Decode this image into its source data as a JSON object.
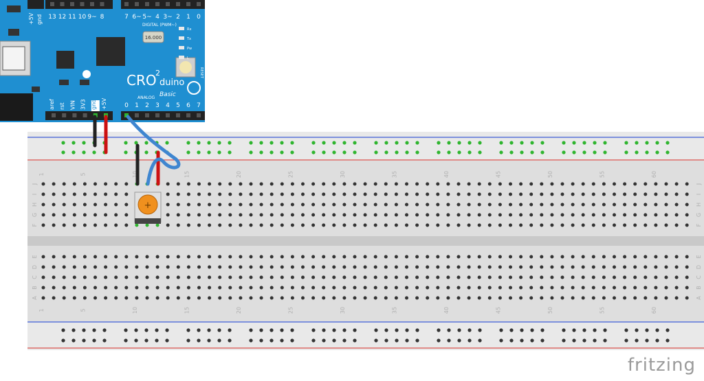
{
  "board": {
    "brand_prefix": "CRO",
    "brand_super": "2",
    "brand_suffix": "duino",
    "signature": "Basic",
    "digital_label": "DIGITAL (PWM~)",
    "analog_label": "ANALOG",
    "reset_label": "RESET",
    "crystal_label": "16.000",
    "top_power_pins": [
      "+5V",
      "gnd"
    ],
    "digital_pins": [
      "13",
      "12",
      "11",
      "10",
      "9~",
      "8",
      "7",
      "6~",
      "5~",
      "4",
      "3~",
      "2",
      "1",
      "0"
    ],
    "power_pins": [
      "aref",
      "rst",
      "VIN",
      "3V3",
      "gnd",
      "+5V"
    ],
    "analog_pins": [
      "0",
      "1",
      "2",
      "3",
      "4",
      "5",
      "6",
      "7"
    ],
    "led_labels": [
      "Rx",
      "Tx",
      "Pw",
      "L"
    ]
  },
  "breadboard": {
    "top_row_letters": [
      "J",
      "I",
      "H",
      "G",
      "F"
    ],
    "bottom_row_letters": [
      "E",
      "D",
      "C",
      "B",
      "A"
    ],
    "column_numbers": [
      "1",
      "5",
      "10",
      "15",
      "20",
      "25",
      "30",
      "35",
      "40",
      "45",
      "50",
      "55",
      "60"
    ]
  },
  "components": {
    "potentiometer_label": "+"
  },
  "colors": {
    "board_blue": "#1f8fd1",
    "wire_black": "#222222",
    "wire_red": "#cc1111",
    "wire_blue": "#3f86d0",
    "pot_orange": "#f0901e",
    "rail_red": "#d9534f",
    "rail_blue": "#3b5bd6",
    "hole_green": "#2fb52f"
  },
  "footer": {
    "logo": "fritzing"
  }
}
